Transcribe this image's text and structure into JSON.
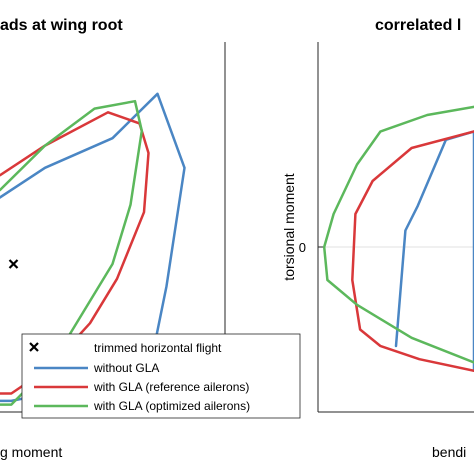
{
  "chart_data": [
    {
      "type": "line",
      "title": "ads at wing root",
      "xlabel": "g moment",
      "ylabel": "",
      "grid": false,
      "legend_position": "lower-right",
      "series": [
        {
          "name": "without GLA",
          "color": "#4a86c4",
          "x": [
            0.0,
            0.2,
            0.5,
            0.7,
            0.82,
            0.74,
            0.68,
            0.3,
            0.05,
            0.0
          ],
          "y": [
            0.58,
            0.66,
            0.74,
            0.86,
            0.66,
            0.34,
            0.16,
            0.06,
            0.03,
            0.03
          ]
        },
        {
          "name": "with GLA (reference ailerons)",
          "color": "#d9383a",
          "x": [
            0.0,
            0.2,
            0.48,
            0.62,
            0.66,
            0.64,
            0.52,
            0.4,
            0.22,
            0.05,
            0.0
          ],
          "y": [
            0.64,
            0.72,
            0.81,
            0.78,
            0.7,
            0.54,
            0.36,
            0.24,
            0.12,
            0.05,
            0.05
          ]
        },
        {
          "name": "with GLA (optimized ailerons)",
          "color": "#5cb85c",
          "x": [
            0.0,
            0.2,
            0.42,
            0.6,
            0.63,
            0.58,
            0.5,
            0.3,
            0.18,
            0.05,
            0.0
          ],
          "y": [
            0.6,
            0.72,
            0.82,
            0.84,
            0.76,
            0.56,
            0.4,
            0.2,
            0.1,
            0.02,
            0.02
          ]
        }
      ],
      "marker": {
        "name": "trimmed horizontal flight",
        "x": 0.06,
        "y": 0.4
      }
    },
    {
      "type": "line",
      "title": "correlated l",
      "xlabel": "bendi",
      "ylabel": "torsional moment",
      "y_ticks": [
        "0"
      ],
      "grid": false,
      "series": [
        {
          "name": "without GLA",
          "color": "#4a86c4",
          "x": [
            0.5,
            0.56,
            0.64,
            0.82,
            1.0,
            1.0
          ],
          "y": [
            -0.6,
            0.1,
            0.25,
            0.65,
            0.7,
            -0.75
          ]
        },
        {
          "name": "with GLA (reference ailerons)",
          "color": "#d9383a",
          "x": [
            1.0,
            0.6,
            0.35,
            0.24,
            0.22,
            0.27,
            0.4,
            0.65,
            1.0
          ],
          "y": [
            0.7,
            0.6,
            0.4,
            0.2,
            -0.2,
            -0.5,
            -0.6,
            -0.68,
            -0.75
          ]
        },
        {
          "name": "with GLA (optimized ailerons)",
          "color": "#5cb85c",
          "x": [
            1.0,
            0.7,
            0.4,
            0.25,
            0.1,
            0.04,
            0.06,
            0.25,
            0.6,
            1.0
          ],
          "y": [
            0.85,
            0.8,
            0.7,
            0.5,
            0.2,
            0.0,
            -0.2,
            -0.35,
            -0.55,
            -0.7
          ]
        }
      ]
    }
  ]
}
